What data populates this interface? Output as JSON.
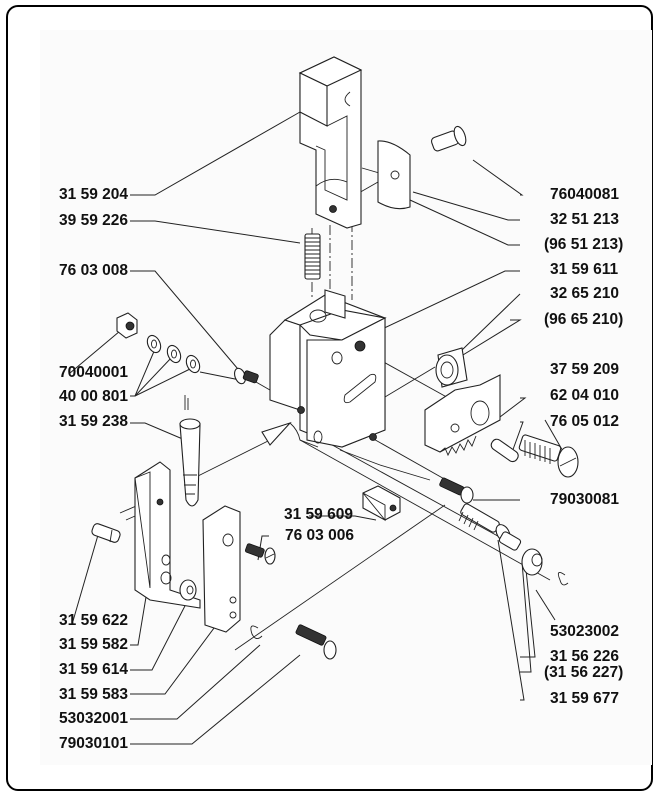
{
  "diagram": {
    "title": "Exploded parts diagram",
    "labels_left": [
      {
        "id": "31-59-204",
        "text": "31 59 204"
      },
      {
        "id": "39-59-226",
        "text": "39 59 226"
      },
      {
        "id": "76-03-008",
        "text": "76 03 008"
      },
      {
        "id": "70040001",
        "text": "70040001"
      },
      {
        "id": "40-00-801",
        "text": "40 00 801"
      },
      {
        "id": "31-59-238",
        "text": "31 59 238"
      },
      {
        "id": "31-59-622",
        "text": "31 59 622"
      },
      {
        "id": "31-59-582",
        "text": "31 59 582"
      },
      {
        "id": "31-59-614",
        "text": "31 59 614"
      },
      {
        "id": "31-59-583",
        "text": "31 59 583"
      },
      {
        "id": "53032001",
        "text": "53032001"
      },
      {
        "id": "79030101",
        "text": "79030101"
      }
    ],
    "labels_right": [
      {
        "id": "76040081",
        "text": "76040081"
      },
      {
        "id": "32-51-213",
        "text": "32 51 213"
      },
      {
        "id": "96-51-213",
        "text": "(96 51 213)"
      },
      {
        "id": "31-59-611",
        "text": "31 59 611"
      },
      {
        "id": "32-65-210",
        "text": "32 65 210"
      },
      {
        "id": "96-65-210",
        "text": "(96 65 210)"
      },
      {
        "id": "37-59-209",
        "text": "37 59 209"
      },
      {
        "id": "62-04-010",
        "text": "62 04 010"
      },
      {
        "id": "76-05-012",
        "text": "76 05 012"
      },
      {
        "id": "79030081",
        "text": "79030081"
      },
      {
        "id": "53023002",
        "text": "53023002"
      },
      {
        "id": "31-56-226",
        "text": "31 56 226"
      },
      {
        "id": "31-56-227",
        "text": "(31 56 227)"
      },
      {
        "id": "31-59-677",
        "text": "31 59 677"
      }
    ],
    "labels_center": [
      {
        "id": "31-59-609",
        "text": "31 59 609"
      },
      {
        "id": "76-03-006",
        "text": "76 03 006"
      }
    ]
  }
}
